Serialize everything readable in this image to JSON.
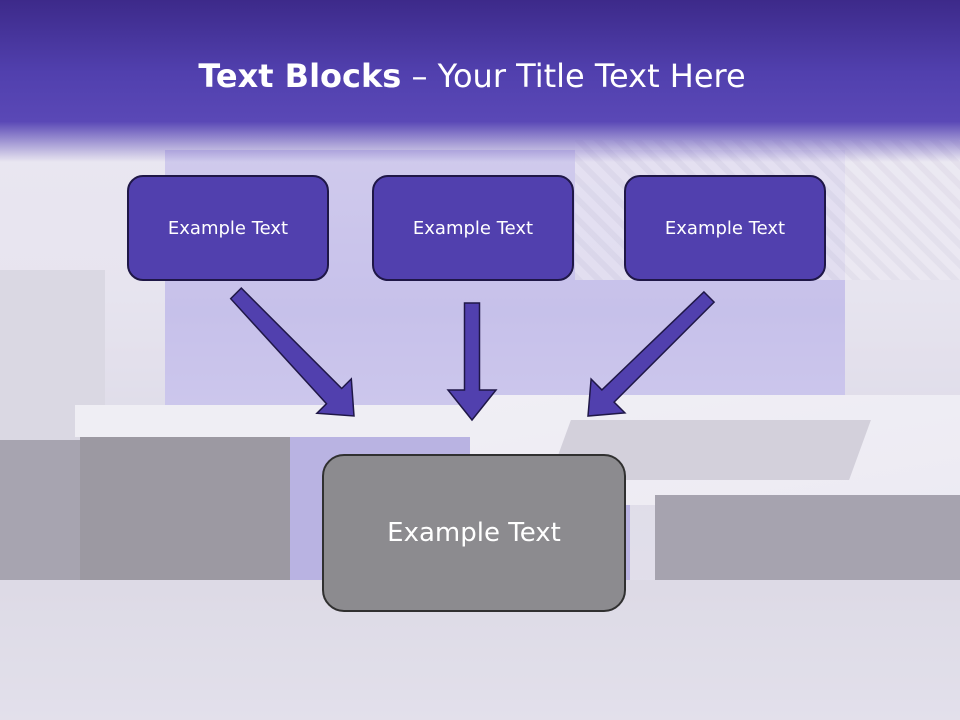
{
  "slide": {
    "title_bold": "Text Blocks",
    "title_dash": " – ",
    "title_rest": "Your Title Text Here",
    "boxes": [
      {
        "text": "Example Text"
      },
      {
        "text": "Example Text"
      },
      {
        "text": "Example Text"
      }
    ],
    "target_box": {
      "text": "Example Text"
    }
  },
  "colors": {
    "header": "#5140ae",
    "box_fill": "#5140ae",
    "box_border": "#1f1747",
    "target_fill": "#8c8b8f",
    "arrow_fill": "#5140ae"
  }
}
